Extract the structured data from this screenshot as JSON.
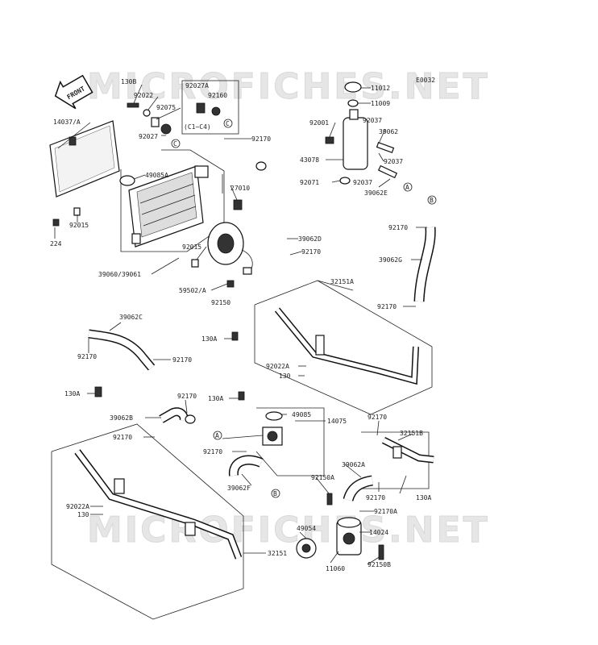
{
  "watermark": "MICROFICHES.NET",
  "diagram_code": "E0032",
  "front_label": "FRONT",
  "inset": {
    "part": "92027A",
    "part2": "92160",
    "variant": "(C1~C4)",
    "ref": "C"
  },
  "refs": {
    "A": "A",
    "B": "B",
    "C": "C"
  },
  "labels": {
    "l130B": "130B",
    "l92022": "92022",
    "l92075": "92075",
    "l92027": "92027",
    "l14037A": "14037/A",
    "l49085A": "49085A",
    "l92015a": "92015",
    "l224": "224",
    "l27010": "27010",
    "l92170a": "92170",
    "l39062D": "39062D",
    "l92170b": "92170",
    "l92015b": "92015",
    "l39060": "39060/39061",
    "l59502": "59502/A",
    "l92150": "92150",
    "l11012": "11012",
    "l11009": "11009",
    "l92001": "92001",
    "l92037a": "92037",
    "l39062": "39062",
    "l43078": "43078",
    "l92037b": "92037",
    "l92071": "92071",
    "l92037c": "92037",
    "l39062E": "39062E",
    "l92170c": "92170",
    "l39062G": "39062G",
    "l32151A": "32151A",
    "l92170d": "92170",
    "l39062C": "39062C",
    "l130Aa": "130A",
    "l92170e": "92170",
    "l92170f": "92170",
    "l92022Aa": "92022A",
    "l130a": "130",
    "l130Ab": "130A",
    "l92170g": "92170",
    "l130Ac": "130A",
    "l39062B": "39062B",
    "l49085": "49085",
    "l14075": "14075",
    "l92170h": "92170",
    "l92170i": "92170",
    "l32151B": "32151B",
    "l92170j": "92170",
    "l39062A": "39062A",
    "l39062F": "39062F",
    "l92150A": "92150A",
    "l92170k": "92170",
    "l130Ad": "130A",
    "l92022Ab": "92022A",
    "l130b": "130",
    "l92170A": "92170A",
    "l49054": "49054",
    "l14024": "14024",
    "l32151": "32151",
    "l11060": "11060",
    "l92150B": "92150B"
  }
}
